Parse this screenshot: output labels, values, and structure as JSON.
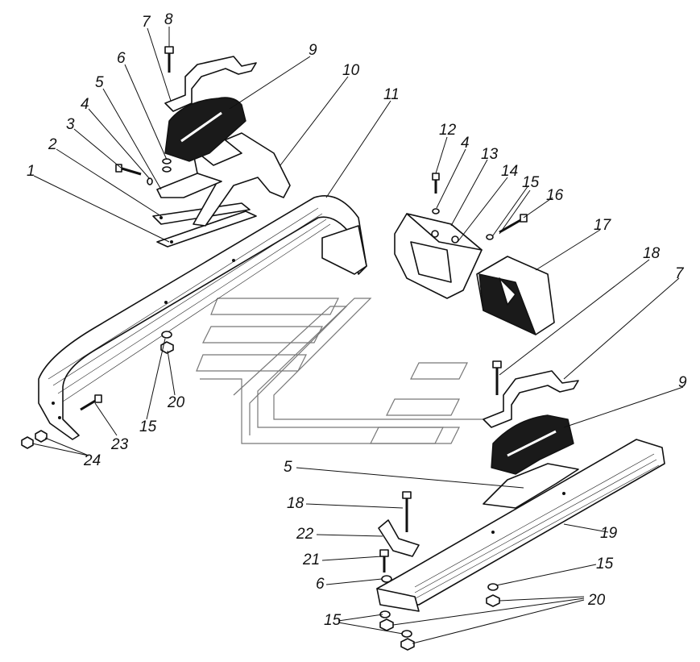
{
  "diagram": {
    "callouts": [
      "1",
      "2",
      "3",
      "4",
      "5",
      "6",
      "7",
      "8",
      "9",
      "10",
      "11",
      "12",
      "4",
      "13",
      "14",
      "15",
      "16",
      "17",
      "18",
      "7",
      "9",
      "5",
      "18",
      "22",
      "21",
      "6",
      "15",
      "20",
      "15",
      "19",
      "15",
      "20",
      "23",
      "24"
    ]
  }
}
